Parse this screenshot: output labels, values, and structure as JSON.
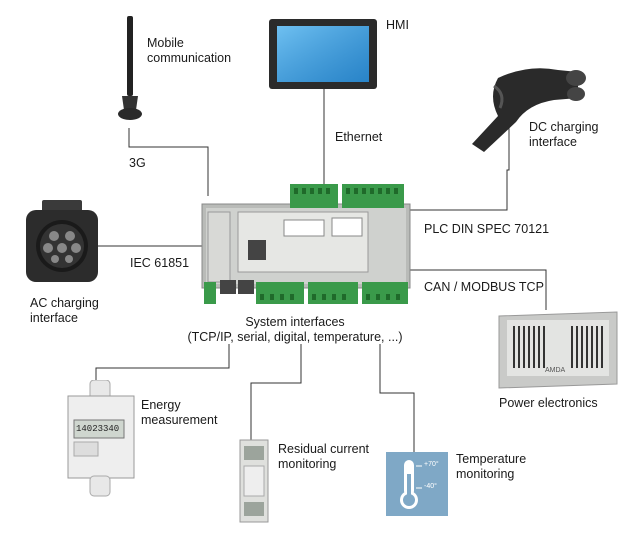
{
  "labels": {
    "mobile_line1": "Mobile",
    "mobile_line2": "communication",
    "g3": "3G",
    "hmi": "HMI",
    "ethernet": "Ethernet",
    "dc_line1": "DC charging",
    "dc_line2": "interface",
    "plc": "PLC DIN SPEC 70121",
    "iec": "IEC 61851",
    "ac_line1": "AC charging",
    "ac_line2": "interface",
    "can": "CAN / MODBUS TCP",
    "sys_line1": "System interfaces",
    "sys_line2": "(TCP/IP, serial, digital, temperature, ...)",
    "power": "Power electronics",
    "energy_line1": "Energy",
    "energy_line2": "measurement",
    "residual_line1": "Residual current",
    "residual_line2": "monitoring",
    "temp_line1": "Temperature",
    "temp_line2": "monitoring",
    "meter_display": "14023340",
    "thermo_hi": "+70°",
    "thermo_lo": "-40°",
    "psu_brand": "AMDA"
  },
  "colors": {
    "line": "#333333",
    "terminal_green": "#3a9a4a",
    "screen_blue": "#2f8fd3",
    "thermo_bg": "#7fa8c6"
  }
}
